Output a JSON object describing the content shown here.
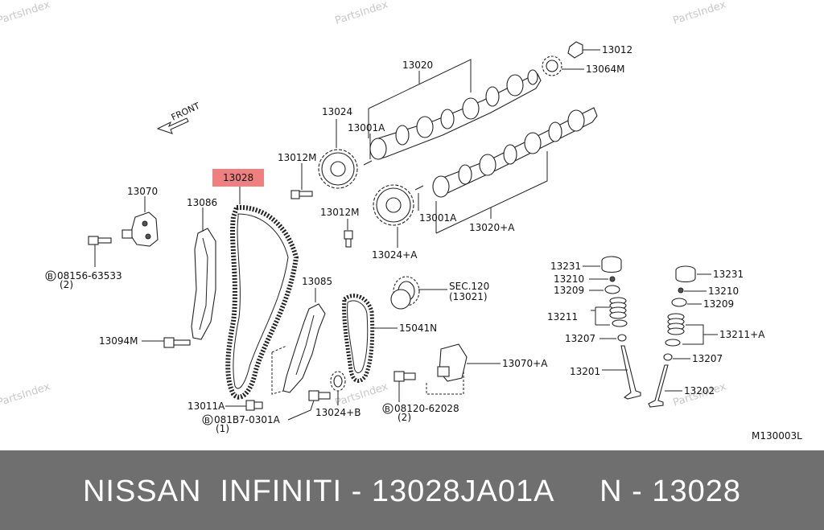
{
  "watermark": "PartsIndex",
  "front_label": "FRONT",
  "highlight_color": "#f08080",
  "banner_color": "#6f6f6f",
  "parts": {
    "p13020": "13020",
    "p13012": "13012",
    "p13064m": "13064M",
    "p13024": "13024",
    "p13001a_top": "13001A",
    "p13012m_a": "13012M",
    "p13028": "13028",
    "p13070": "13070",
    "p13086": "13086",
    "p13012m_b": "13012M",
    "p13001a_low": "13001A",
    "p13020a": "13020+A",
    "p08156": "08156-63533",
    "p08156_qty": "(2)",
    "p13024a": "13024+A",
    "p13085": "13085",
    "sec120": "SEC.120",
    "sec120_ref": "(13021)",
    "p15041n": "15041N",
    "p13094m": "13094M",
    "p13070a": "13070+A",
    "p13011a": "13011A",
    "p081b7": "081B7-0301A",
    "p081b7_qty": "(1)",
    "p13024b": "13024+B",
    "p08120": "08120-62028",
    "p08120_qty": "(2)",
    "v13231_l": "13231",
    "v13210_l": "13210",
    "v13209_l": "13209",
    "v13211_l": "13211",
    "v13207_l": "13207",
    "v13201": "13201",
    "v13231_r": "13231",
    "v13210_r": "13210",
    "v13209_r": "13209",
    "v13211a_r": "13211+A",
    "v13207_r": "13207",
    "v13202": "13202",
    "bolt_symbol": "B"
  },
  "figure_code": "M130003L",
  "banner": "NISSAN  INFINITI - 13028JA01A     N - 13028"
}
